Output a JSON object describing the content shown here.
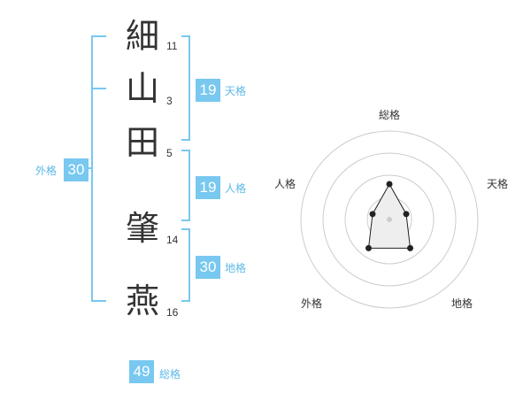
{
  "name_chars": [
    {
      "char": "細",
      "strokes": "11"
    },
    {
      "char": "山",
      "strokes": "3"
    },
    {
      "char": "田",
      "strokes": "5"
    },
    {
      "char": "肇",
      "strokes": "14"
    },
    {
      "char": "燕",
      "strokes": "16"
    }
  ],
  "fortune": {
    "tenkaku": {
      "label": "天格",
      "value": "19"
    },
    "jinkaku": {
      "label": "人格",
      "value": "19"
    },
    "chikaku": {
      "label": "地格",
      "value": "30"
    },
    "gaikaku": {
      "label": "外格",
      "value": "30"
    },
    "soukaku": {
      "label": "総格",
      "value": "49"
    }
  },
  "radar": {
    "labels": {
      "soukaku": "総格",
      "tenkaku": "天格",
      "jinkaku": "人格",
      "chikaku": "地格",
      "gaikaku": "外格"
    }
  },
  "chart_data": {
    "type": "radar",
    "axes": [
      "総格",
      "天格",
      "地格",
      "外格",
      "人格"
    ],
    "values": [
      2,
      1,
      2,
      2,
      1
    ],
    "max": 5,
    "rings": 4
  },
  "colors": {
    "accent": "#78c8f0",
    "label": "#5cb8e8",
    "text": "#333333",
    "ring": "#cccccc",
    "fill": "#eeeeee"
  }
}
